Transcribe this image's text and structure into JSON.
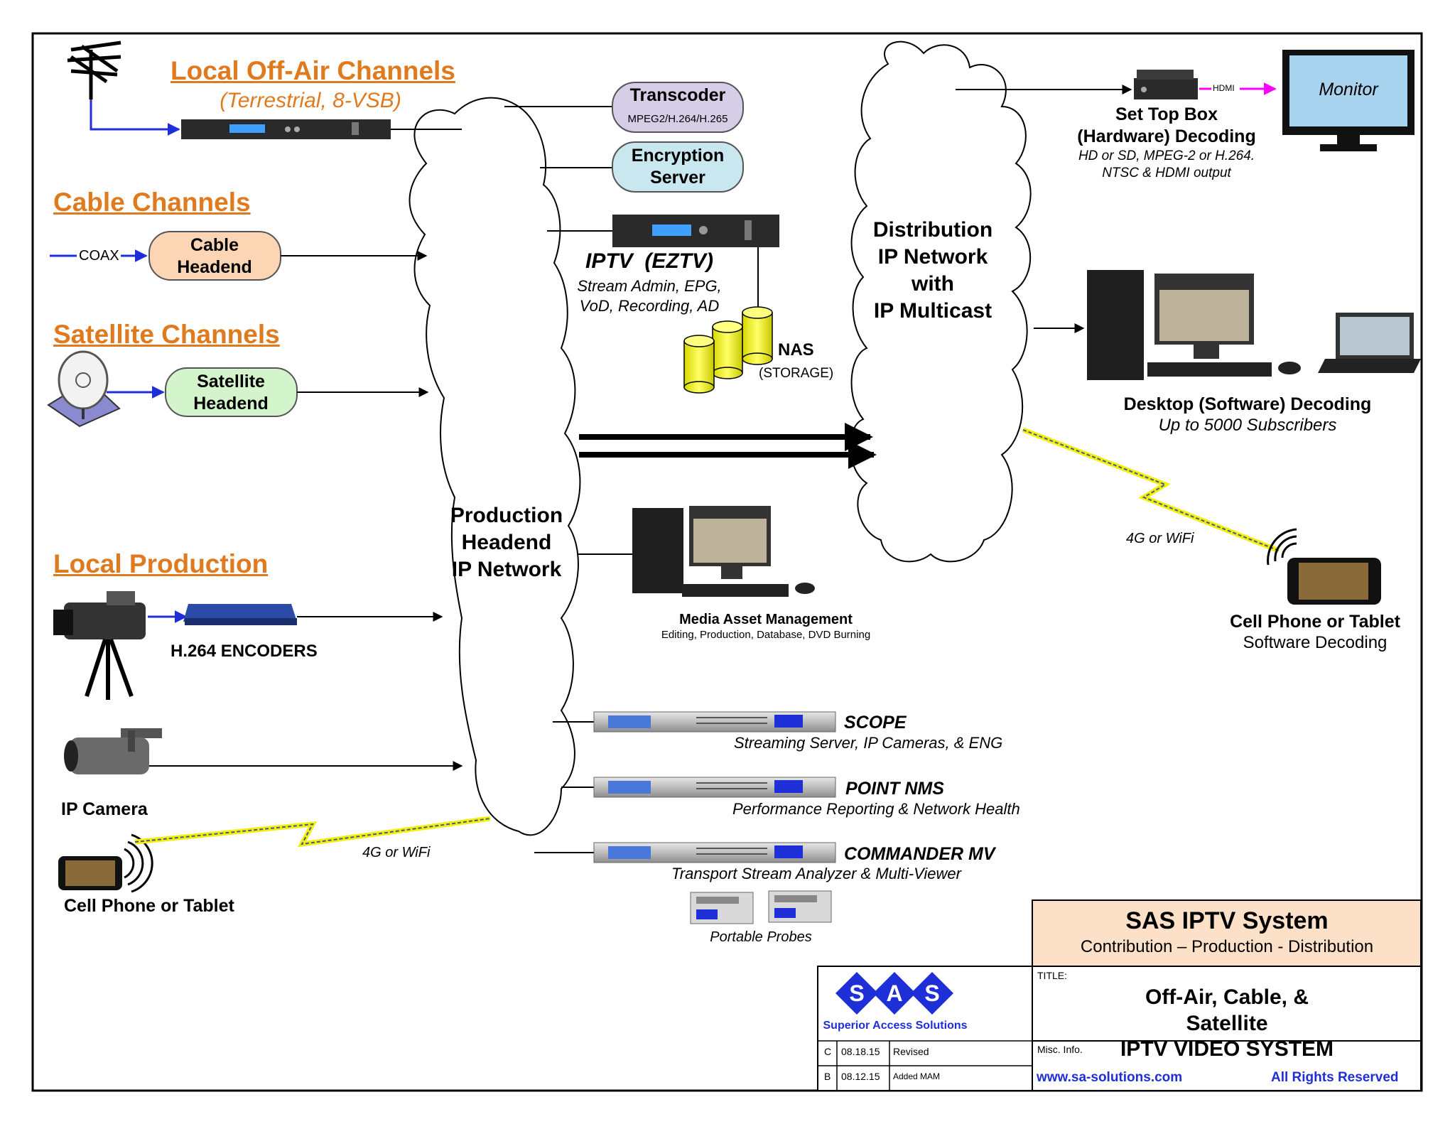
{
  "sources": {
    "off_air": {
      "title": "Local Off-Air Channels",
      "subtitle": "(Terrestrial, 8-VSB)"
    },
    "cable": {
      "title": "Cable Channels",
      "coax_label": "COAX",
      "headend_label": "Cable\nHeadend"
    },
    "satellite": {
      "title": "Satellite Channels",
      "headend_label": "Satellite\nHeadend"
    },
    "local_production": {
      "title": "Local Production",
      "encoders_label": "H.264 ENCODERS"
    },
    "ip_camera": {
      "label": "IP Camera"
    },
    "cell_phone_left": {
      "label": "Cell Phone or Tablet",
      "link_label": "4G or WiFi"
    }
  },
  "production": {
    "cloud_label": "Production\nHeadend\nIP Network",
    "transcoder": {
      "title": "Transcoder",
      "subtitle": "MPEG2/H.264/H.265"
    },
    "encryption": {
      "label": "Encryption\nServer"
    },
    "iptv": {
      "title": "IPTV  (EZTV)",
      "desc": "Stream Admin, EPG,\nVoD, Recording, AD"
    },
    "nas": {
      "title": "NAS",
      "subtitle": "(STORAGE)"
    },
    "mam": {
      "title": "Media Asset Management",
      "subtitle": "Editing, Production, Database, DVD Burning"
    },
    "scope": {
      "title": "SCOPE",
      "desc": "Streaming Server, IP Cameras, & ENG"
    },
    "point_nms": {
      "title": "POINT NMS",
      "desc": "Performance Reporting & Network Health"
    },
    "commander": {
      "title": "COMMANDER MV",
      "desc": "Transport Stream Analyzer & Multi-Viewer"
    },
    "probes": {
      "label": "Portable Probes"
    }
  },
  "distribution": {
    "cloud_label": "Distribution\nIP Network\n\nwith\n\nIP Multicast",
    "stb": {
      "hdmi": "HDMI",
      "title": "Set Top Box\n(Hardware) Decoding",
      "desc": "HD or SD, MPEG-2 or H.264.\nNTSC & HDMI output"
    },
    "monitor": {
      "label": "Monitor"
    },
    "desktop": {
      "title": "Desktop (Software) Decoding",
      "desc": "Up to 5000 Subscribers"
    },
    "cell": {
      "link_label": "4G or WiFi",
      "title": "Cell Phone or Tablet",
      "desc": "Software Decoding"
    }
  },
  "title_block": {
    "system": "SAS IPTV System",
    "system_sub": "Contribution – Production - Distribution",
    "title_label": "TITLE:",
    "title": "Off-Air, Cable, & Satellite\nIPTV VIDEO SYSTEM",
    "misc_label": "Misc. Info.",
    "website": "www.sa-solutions.com",
    "rights": "All Rights Reserved",
    "logo_letters": [
      "S",
      "A",
      "S"
    ],
    "company": "Superior Access Solutions",
    "revisions": [
      {
        "rev": "C",
        "date": "08.18.15",
        "note": "Revised"
      },
      {
        "rev": "B",
        "date": "08.12.15",
        "note": "Added MAM"
      }
    ]
  },
  "colors": {
    "header_orange": "#e07a1e",
    "link_blue": "#1f2fd8",
    "hdmi_magenta": "#ff00ff",
    "title_fill": "#fde0c8",
    "logo_blue": "#1f2fd8"
  }
}
